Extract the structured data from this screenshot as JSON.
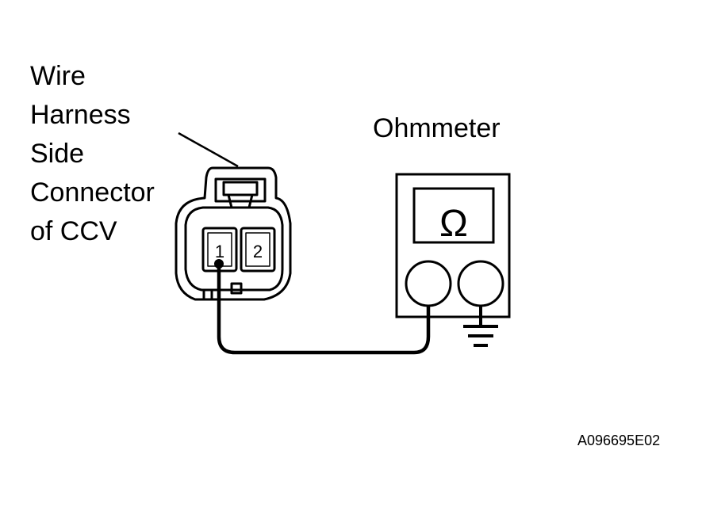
{
  "connector_label": {
    "lines": [
      "Wire",
      "Harness",
      "Side",
      "Connector",
      "of CCV"
    ]
  },
  "meter_label": "Ohmmeter",
  "meter_symbol": "Ω",
  "pins": {
    "pin1": "1",
    "pin2": "2"
  },
  "figure_code": "A096695E02"
}
